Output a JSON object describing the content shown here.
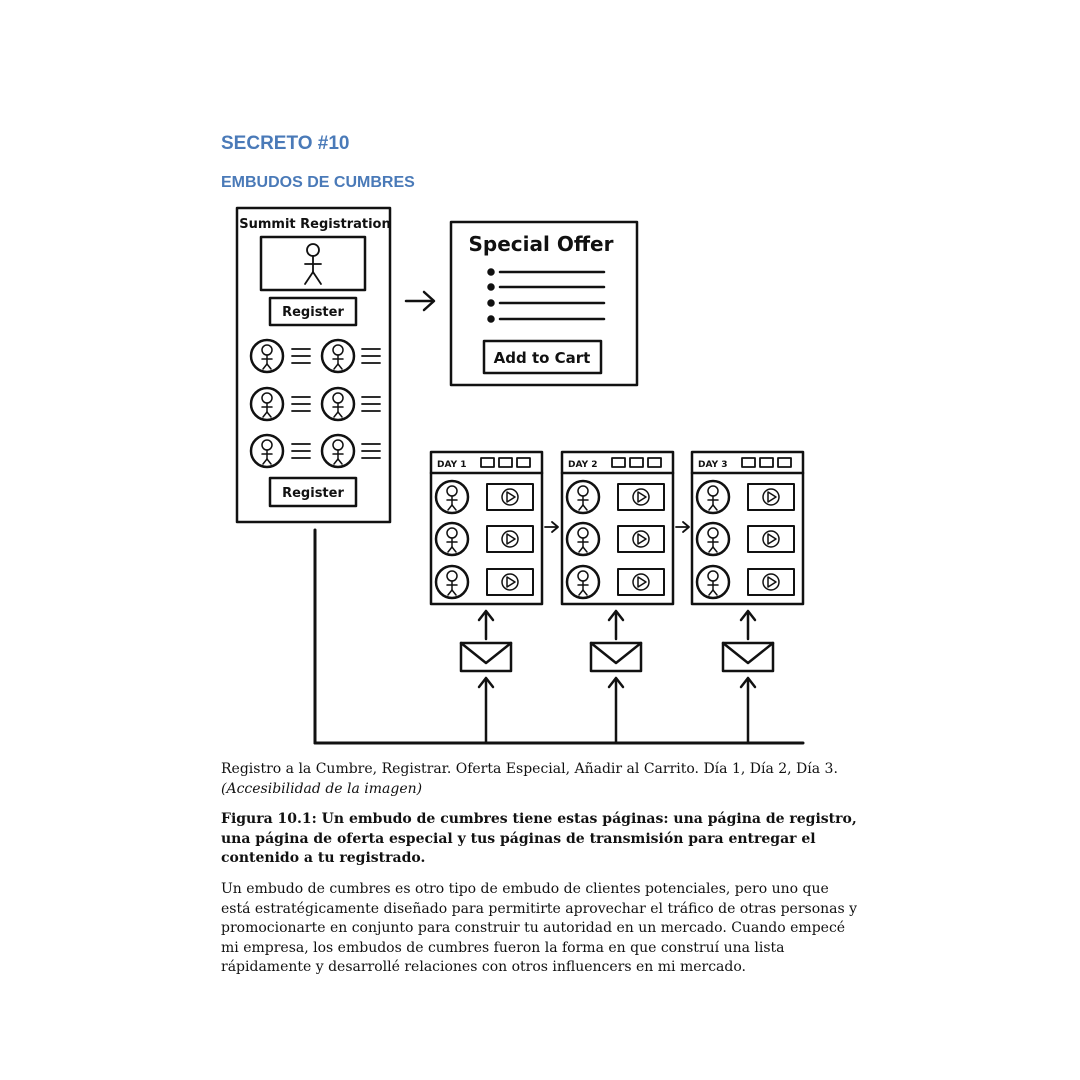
{
  "heading": {
    "secret": "SECRETO #10",
    "title": "EMBUDOS DE CUMBRES"
  },
  "figure": {
    "registration": {
      "title": "Summit Registration",
      "register_top": "Register",
      "register_bottom": "Register"
    },
    "offer": {
      "title": "Special Offer",
      "cart_button": "Add to Cart"
    },
    "days": [
      "DAY 1",
      "DAY 2",
      "DAY 3"
    ]
  },
  "alt_text": {
    "line": "Registro a la Cumbre, Registrar. Oferta Especial, Añadir al Carrito. Día 1, Día 2, Día 3.",
    "accessibility": "(Accesibilidad de la imagen)"
  },
  "caption": "Figura 10.1: Un embudo de cumbres tiene estas páginas: una página de registro, una página de oferta especial y tus páginas de transmisión para entregar el contenido a tu registrado.",
  "body": "Un embudo de cumbres es otro tipo de embudo de clientes potenciales, pero uno que está estratégicamente diseñado para permitirte aprovechar el tráfico de otras personas y promocionarte en conjunto para construir tu autoridad en un mercado. Cuando empecé mi empresa, los embudos de cumbres fueron la forma en que construí una lista rápidamente y desarrollé relaciones con otros influencers en mi mercado."
}
